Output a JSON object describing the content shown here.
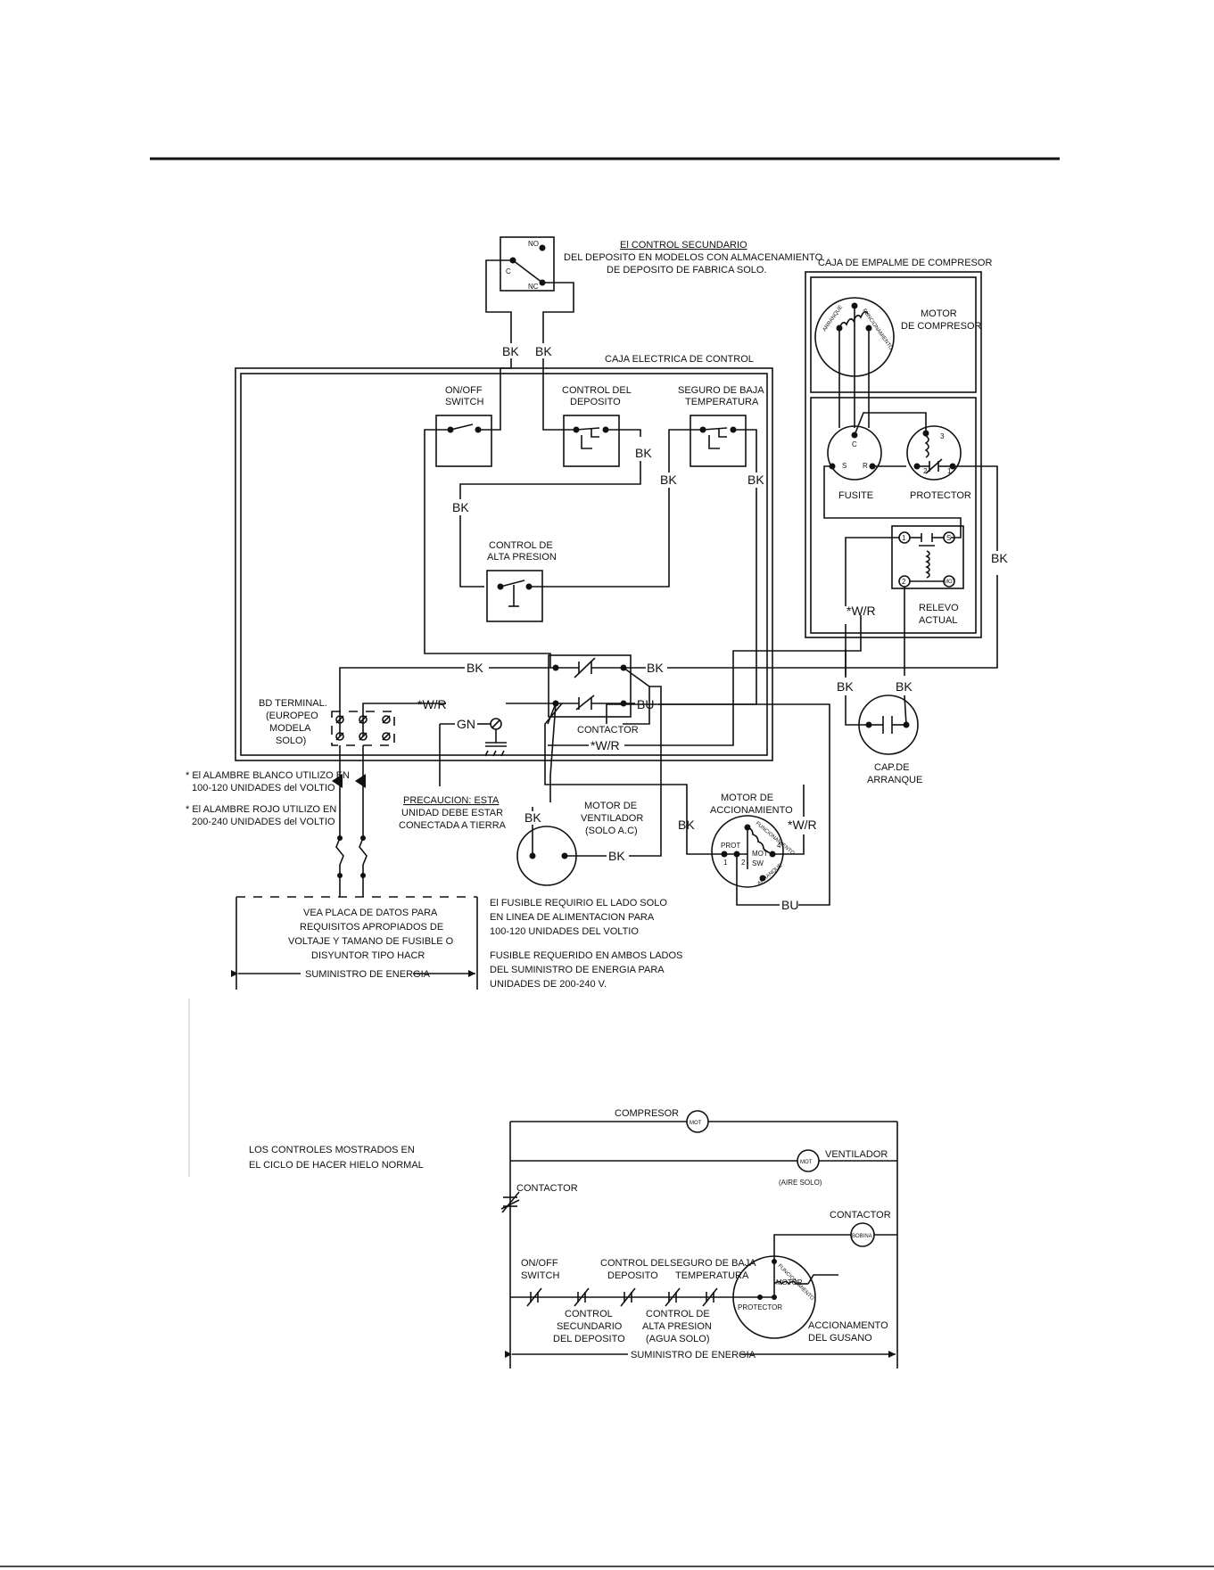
{
  "labels": {
    "secondary_control": [
      "El CONTROL SECUNDARIO",
      "DEL DEPOSITO EN MODELOS CON ALMACENAMIENTO",
      "DE DEPOSITO DE FABRICA SOLO."
    ],
    "no": "NO",
    "c": "C",
    "nc": "NC",
    "control_box": "CAJA ELECTRICA DE CONTROL",
    "junction_box": "CAJA DE EMPALME DE COMPRESOR",
    "compressor_motor": [
      "MOTOR",
      "DE COMPRESOR"
    ],
    "arranque": "ARRANQUE",
    "funcionamiento": "FUNCIONAMIENTO",
    "on_off": [
      "ON/OFF",
      "SWITCH"
    ],
    "bin_control": [
      "CONTROL DEL",
      "DEPOSITO"
    ],
    "low_temp": [
      "SEGURO DE BAJA",
      "TEMPERATURA"
    ],
    "high_pressure": [
      "CONTROL DE",
      "ALTA PRESION"
    ],
    "fusite": "FUSITE",
    "protector": "PROTECTOR",
    "relay": [
      "RELEVO",
      "ACTUAL"
    ],
    "contactor": "CONTACTOR",
    "terminal": [
      "BD TERMINAL.",
      "(EUROPEO",
      "MODELA",
      "SOLO)"
    ],
    "start_cap": [
      "CAP.DE",
      "ARRANQUE"
    ],
    "white_wire": [
      "* El ALAMBRE BLANCO UTILIZO EN",
      "100-120 UNIDADES del VOLTIO"
    ],
    "red_wire": [
      "* El ALAMBRE ROJO UTILIZO EN",
      "200-240 UNIDADES del VOLTIO"
    ],
    "caution": [
      "PRECAUCION: ESTA",
      "UNIDAD DEBE ESTAR",
      "CONECTADA A TIERRA"
    ],
    "fan_motor": [
      "MOTOR DE",
      "VENTILADOR",
      "(SOLO A.C)"
    ],
    "drive_motor": [
      "MOTOR DE",
      "ACCIONAMIENTO"
    ],
    "prot": "PROT",
    "mot": "MOT",
    "sw": "SW",
    "nameplate": [
      "VEA PLACA DE DATOS PARA",
      "REQUISITOS APROPIADOS DE",
      "VOLTAJE Y TAMANO DE FUSIBLE O",
      "DISYUNTOR TIPO HACR"
    ],
    "power_supply": "SUMINISTRO DE ENERGIA",
    "fuse_note1": [
      "El FUSIBLE REQUIRIO EL LADO SOLO",
      "EN LINEA DE ALIMENTACION PARA",
      "100-120 UNIDADES DEL VOLTIO"
    ],
    "fuse_note2": [
      "FUSIBLE REQUERIDO EN AMBOS LADOS",
      "DEL SUMINISTRO DE ENERGIA PARA",
      "UNIDADES DE 200-240 V."
    ],
    "wire_bk": "BK",
    "wire_bu": "BU",
    "wire_wr": "*W/R",
    "wire_gn": "GN",
    "pin_c": "C",
    "pin_s": "S",
    "pin_r": "R",
    "pin_1": "1",
    "pin_2": "2",
    "pin_3": "3",
    "pin_4": "4",
    "controls_note": [
      "LOS CONTROLES MOSTRADOS EN",
      "EL CICLO DE HACER HIELO NORMAL"
    ],
    "ladder_compressor": "COMPRESOR",
    "ladder_fan": "VENTILADOR",
    "ladder_fan_note": "(AIRE SOLO)",
    "ladder_contactor": "CONTACTOR",
    "ladder_coil": "BOBINA",
    "ladder_on_off": [
      "ON/OFF",
      "SWITCH"
    ],
    "ladder_secondary": [
      "CONTROL",
      "SECUNDARIO",
      "DEL DEPOSITO"
    ],
    "ladder_bin": [
      "CONTROL DEL",
      "DEPOSITO"
    ],
    "ladder_high_pressure": [
      "CONTROL DE",
      "ALTA PRESION",
      "(AGUA SOLO)"
    ],
    "ladder_low_temp": [
      "SEGURO DE BAJA",
      "TEMPERATURA"
    ],
    "ladder_motor": "MOTOR",
    "ladder_protector": "PROTECTOR",
    "ladder_drive": [
      "ACCIONAMENTO",
      "DEL GUSANO"
    ],
    "ladder_power": "SUMINISTRO DE ENERGIA"
  }
}
